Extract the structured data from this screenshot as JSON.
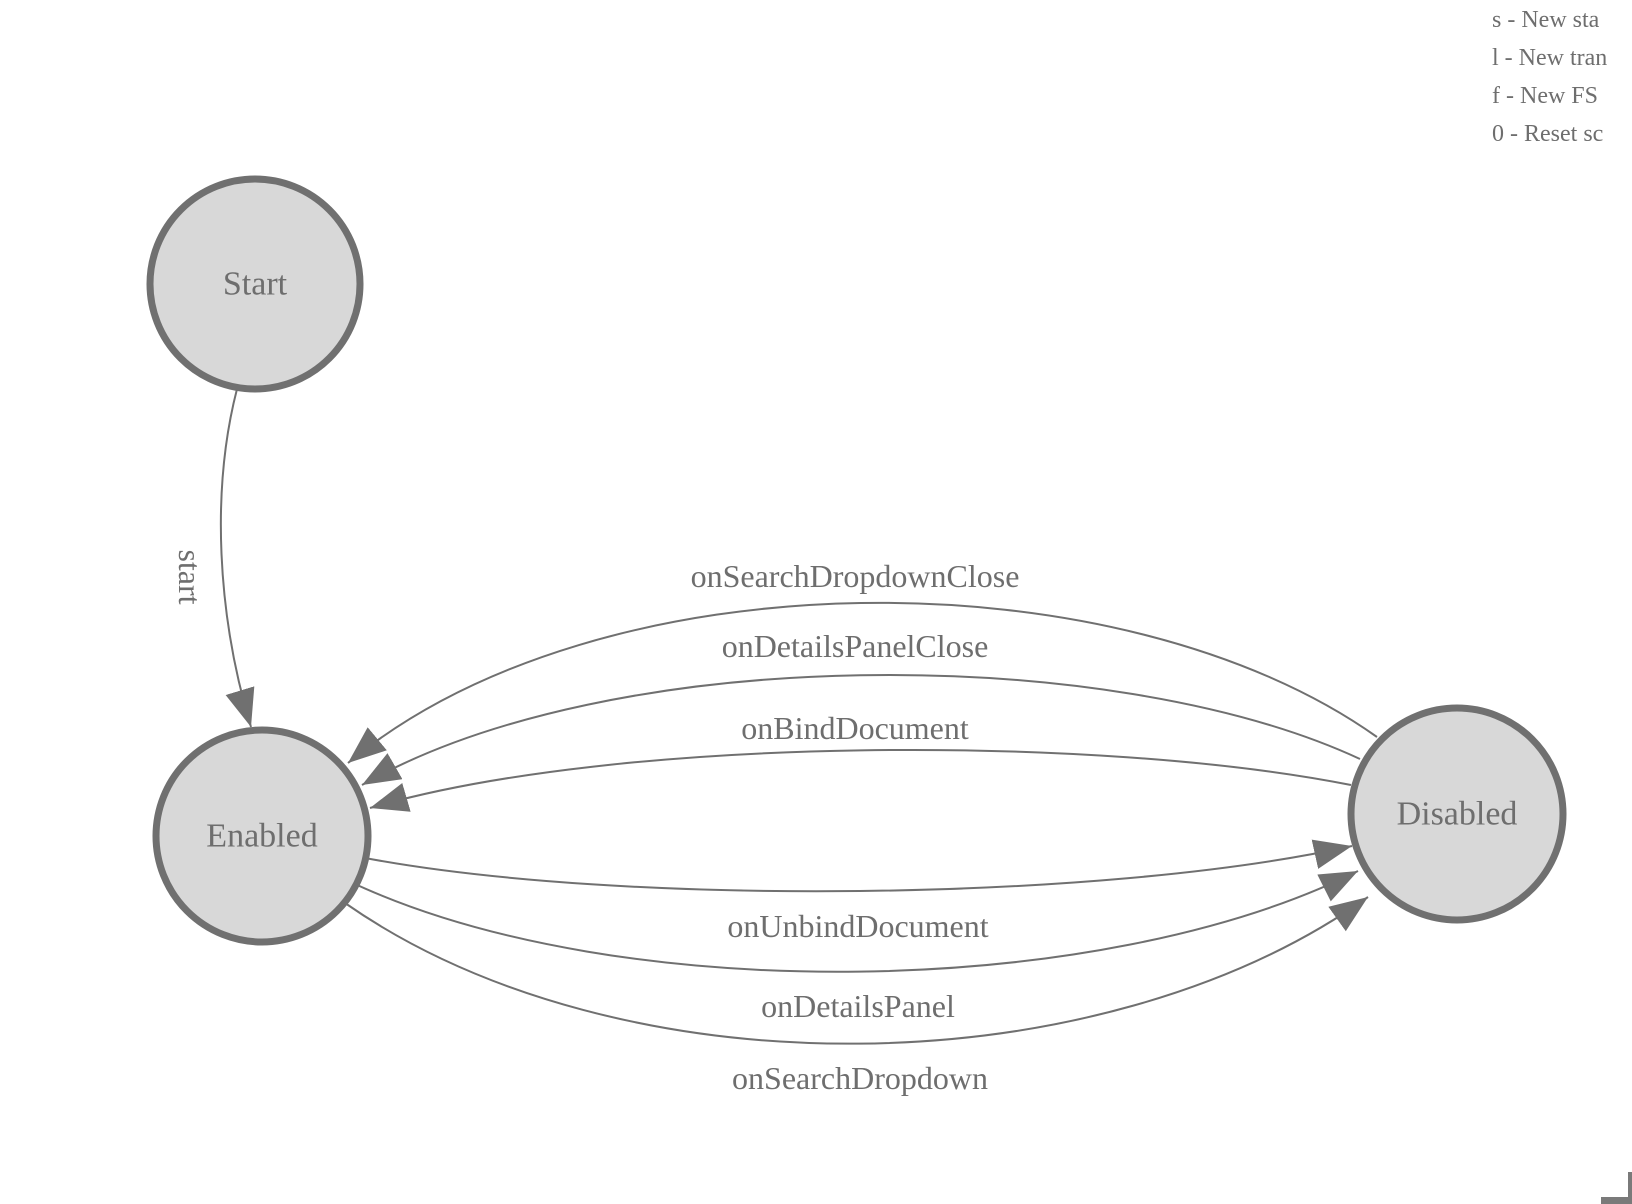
{
  "diagram": {
    "nodes": [
      {
        "id": "start",
        "label": "Start"
      },
      {
        "id": "enabled",
        "label": "Enabled"
      },
      {
        "id": "disabled",
        "label": "Disabled"
      }
    ],
    "edges": [
      {
        "from": "start",
        "to": "enabled",
        "label": "start"
      },
      {
        "from": "disabled",
        "to": "enabled",
        "label": "onSearchDropdownClose"
      },
      {
        "from": "disabled",
        "to": "enabled",
        "label": "onDetailsPanelClose"
      },
      {
        "from": "disabled",
        "to": "enabled",
        "label": "onBindDocument"
      },
      {
        "from": "enabled",
        "to": "disabled",
        "label": "onUnbindDocument"
      },
      {
        "from": "enabled",
        "to": "disabled",
        "label": "onDetailsPanel"
      },
      {
        "from": "enabled",
        "to": "disabled",
        "label": "onSearchDropdown"
      }
    ]
  },
  "legend": {
    "lines": [
      "s - New sta",
      "l - New tran",
      "f - New FS",
      "0 - Reset sc"
    ]
  },
  "colors": {
    "node_fill": "#d8d8d8",
    "node_border": "#707070",
    "edge_line": "#707070",
    "text": "#6e6e6e"
  }
}
